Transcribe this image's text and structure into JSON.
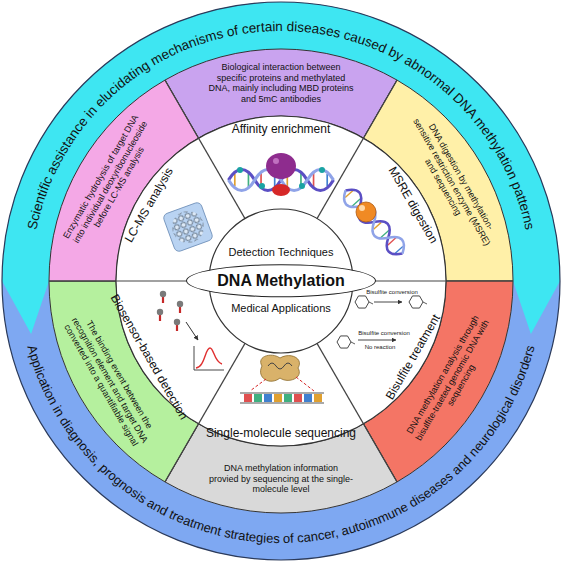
{
  "diagram": {
    "nodes": [
      {
        "text": [
          "Scientific assistance in elucidating mechanisms of certain diseases caused by abnormal DNA methylation patterns"
        ]
      },
      {
        "text": [
          "Detection Techniques",
          "DNA Methylation",
          "Medical Applications"
        ]
      },
      {
        "text": [
          "Affinity enrichment"
        ]
      },
      {
        "text": [
          "Biological interaction between specific proteins and methylated DNA, mainly including MBD proteins and 5mC antibodies"
        ]
      },
      {
        "text": [
          "MSRE digestion"
        ]
      },
      {
        "text": [
          "DNA digestion by methylation-sensitive restriction enzyme (MSRE) and sequencing"
        ]
      },
      {
        "text": [
          "Bisulfite treatment"
        ]
      },
      {
        "text": [
          "DNA methylation analysis through bisulfite-traeted genomic DNA with sequencing"
        ]
      },
      {
        "text": [
          "Single-molecule sequencing"
        ]
      },
      {
        "text": [
          "DNA methylation information provied by sequencing at the single-molecule level"
        ]
      },
      {
        "text": [
          "Biosensor-based detection"
        ]
      },
      {
        "text": [
          "The binding event between the recognition element and target DNA converted into a quantifiable signal"
        ]
      },
      {
        "text": [
          "LC-MS analysis"
        ]
      },
      {
        "text": [
          "Enzymatic hydrolysis of target DNA into individual deoxyribonucleoside before LC-MS analysis"
        ]
      },
      {
        "text": [
          "Application in diagnosis, prognosis and treatment strategies of cancer, autoimmune diseases and neurological disorders"
        ]
      }
    ],
    "labels": [
      "Bisulfite conversion",
      "Bisulfite conversion",
      "No reaction"
    ]
  }
}
